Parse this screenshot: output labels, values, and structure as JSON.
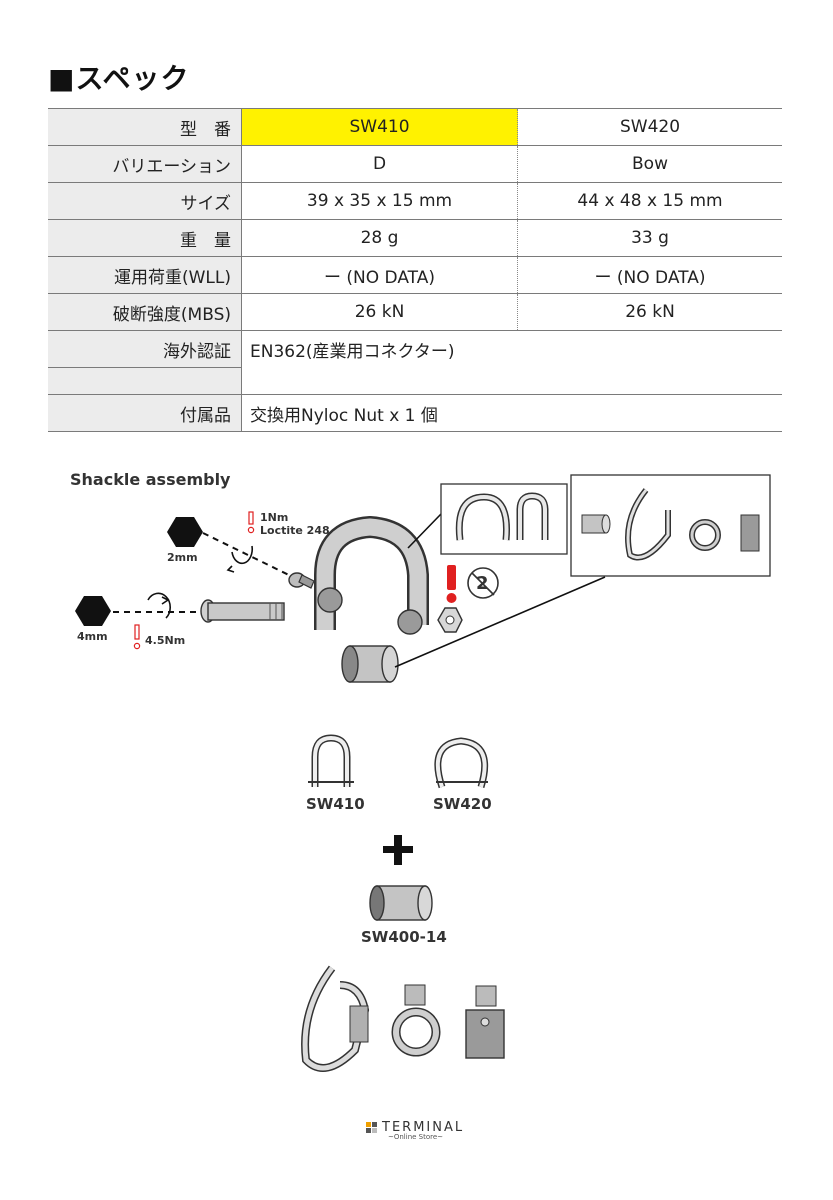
{
  "title": "■スペック",
  "spec": {
    "header": {
      "label": "型　番",
      "sw410": "SW410",
      "sw420": "SW420"
    },
    "rows": [
      {
        "label": "バリエーション",
        "sw410": "D",
        "sw420": "Bow"
      },
      {
        "label": "サイズ",
        "sw410": "39 x 35 x 15 mm",
        "sw420": "44 x 48 x 15 mm"
      },
      {
        "label": "重　量",
        "sw410": "28 g",
        "sw420": "33 g"
      },
      {
        "label": "運用荷重(WLL)",
        "sw410": "ー (NO DATA)",
        "sw420": "ー (NO DATA)"
      },
      {
        "label": "破断強度(MBS)",
        "sw410": "26 kN",
        "sw420": "26 kN"
      }
    ],
    "certification": {
      "label": "海外認証",
      "value": "EN362(産業用コネクター)"
    },
    "accessories": {
      "label": "付属品",
      "value": "交換用Nyloc Nut x 1 個"
    }
  },
  "diagram": {
    "title": "Shackle assembly",
    "small_hex": "2mm",
    "large_hex": "4mm",
    "torque_small": "1Nm",
    "loctite": "Loctite 248",
    "torque_large": "4.5Nm",
    "reuse_count": "2",
    "model_a": "SW410",
    "model_b": "SW420",
    "plus": "+",
    "spacer": "SW400-14"
  },
  "footer": {
    "brand": "TERMINAL",
    "sub": "~Online Store~"
  },
  "colors": {
    "highlight": "#fff200",
    "label_bg": "#ececec",
    "warning_red": "#e02020"
  }
}
